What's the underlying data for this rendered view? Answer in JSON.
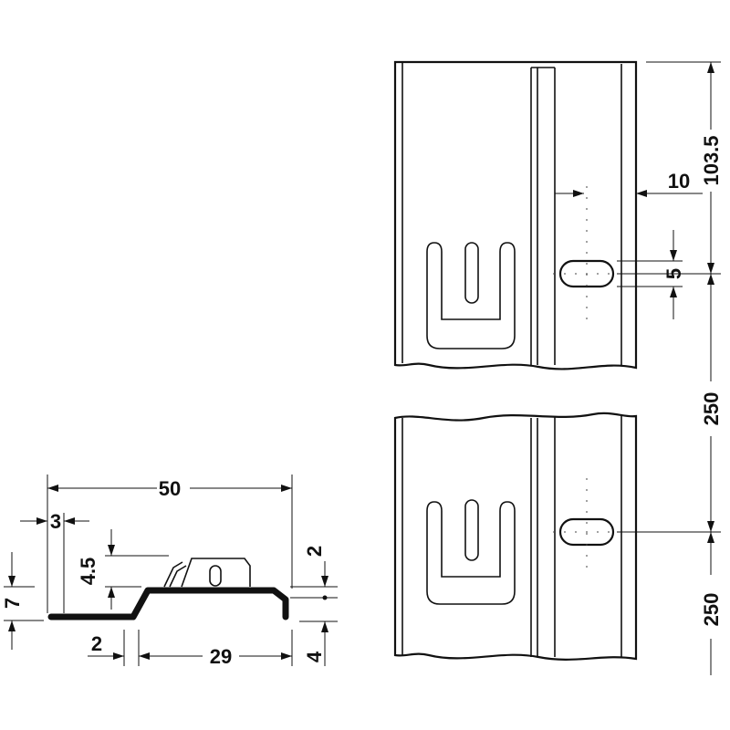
{
  "profile_view": {
    "labels": {
      "overall_width": "50",
      "edge_offset": "3",
      "lip_height": "2",
      "step_height": "4.5",
      "total_height": "7",
      "bottom_left": "2",
      "bottom_span": "29",
      "bottom_right": "4"
    }
  },
  "rail_view": {
    "labels": {
      "slot_inset": "10",
      "slot_height": "5",
      "top_to_slot": "103.5",
      "slot_spacing": "250",
      "slot_spacing_lower": "250"
    }
  }
}
